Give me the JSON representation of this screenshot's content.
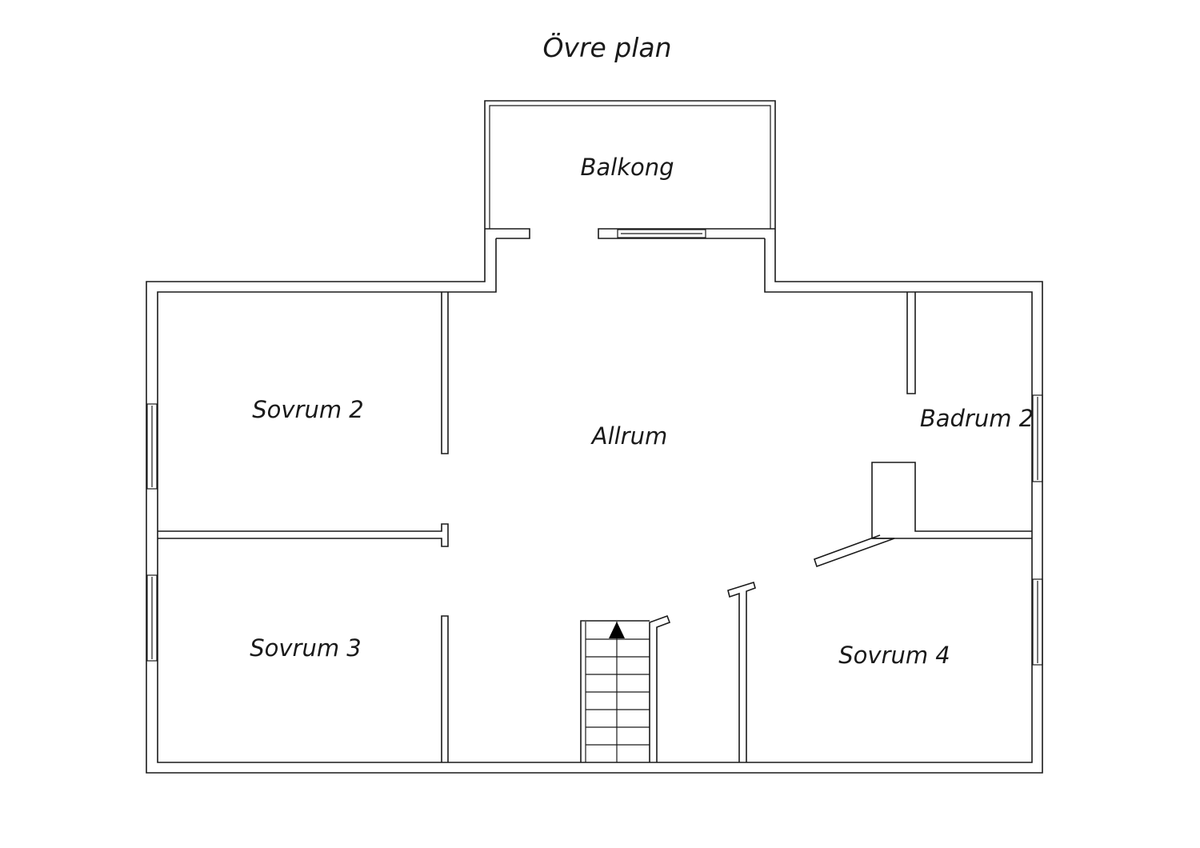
{
  "title": "Övre plan",
  "rooms": {
    "balcony": "Balkong",
    "bedroom2": "Sovrum 2",
    "living": "Allrum",
    "bath2": "Badrum 2",
    "bedroom3": "Sovrum 3",
    "bedroom4": "Sovrum 4"
  },
  "colors": {
    "line": "#1a1a1a",
    "background": "#ffffff"
  }
}
